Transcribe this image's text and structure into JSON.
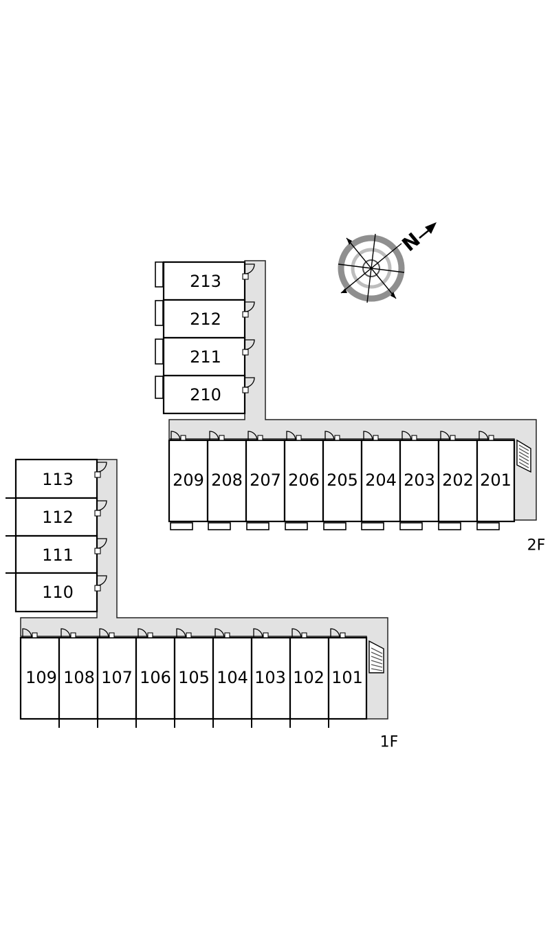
{
  "floors": {
    "second": {
      "label": "2F",
      "row_units": [
        "209",
        "208",
        "207",
        "206",
        "205",
        "204",
        "203",
        "202",
        "201"
      ],
      "wing_units": [
        "213",
        "212",
        "211",
        "210"
      ]
    },
    "first": {
      "label": "1F",
      "row_units": [
        "109",
        "108",
        "107",
        "106",
        "105",
        "104",
        "103",
        "102",
        "101"
      ],
      "wing_units": [
        "113",
        "112",
        "111",
        "110"
      ]
    }
  },
  "compass": {
    "north_letter": "N",
    "icon": "north-arrow-icon"
  },
  "colors": {
    "corridor": "#e2e2e2",
    "compass_ring": "#8f8f8f",
    "stair": "#555555"
  }
}
